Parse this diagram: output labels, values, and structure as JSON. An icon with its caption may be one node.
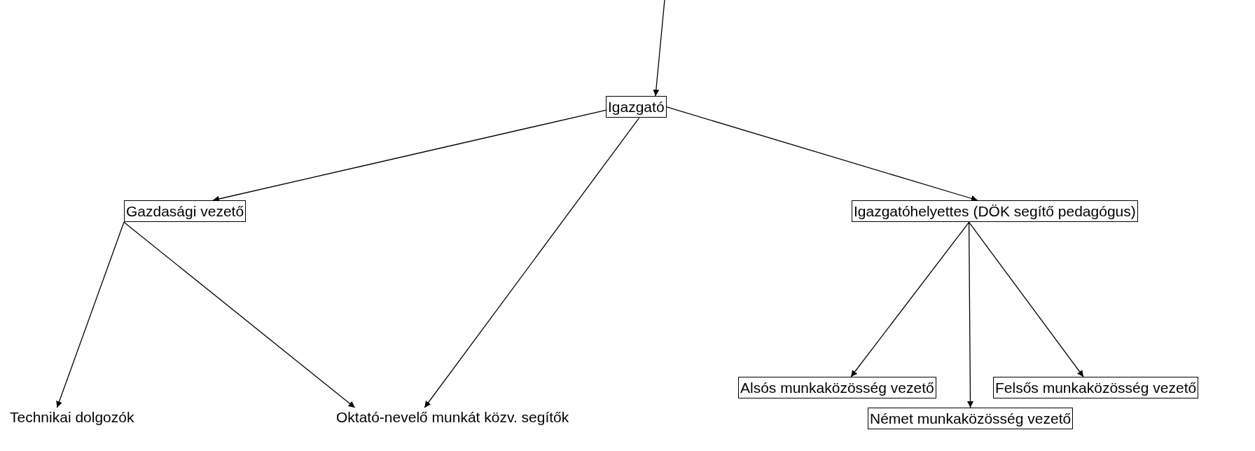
{
  "diagram": {
    "nodes": [
      {
        "text": [
          "Igazgató"
        ]
      },
      {
        "text": [
          "Gazdasági vezető"
        ]
      },
      {
        "text": [
          "Igazgatóhelyettes (DÖK segítő pedagógus)"
        ]
      },
      {
        "text": [
          "Technikai dolgozók"
        ]
      },
      {
        "text": [
          "Oktató-nevelő munkát közv. segítők"
        ]
      },
      {
        "text": [
          "Alsós munkaközösség vezető"
        ]
      },
      {
        "text": [
          "Felsős munkaközösség vezető"
        ]
      },
      {
        "text": [
          "Német munkaközösség vezető"
        ]
      }
    ],
    "edges": [
      {
        "from": null,
        "to": 0,
        "arrow": "to"
      },
      {
        "from": 0,
        "to": 1,
        "arrow": "to"
      },
      {
        "from": 0,
        "to": 4,
        "arrow": "to"
      },
      {
        "from": 0,
        "to": 2,
        "arrow": "to"
      },
      {
        "from": 1,
        "to": 3,
        "arrow": "to"
      },
      {
        "from": 1,
        "to": 4,
        "arrow": "to"
      },
      {
        "from": 2,
        "to": 5,
        "arrow": "to"
      },
      {
        "from": 2,
        "to": 7,
        "arrow": "to"
      },
      {
        "from": 2,
        "to": 6,
        "arrow": "to"
      }
    ]
  }
}
